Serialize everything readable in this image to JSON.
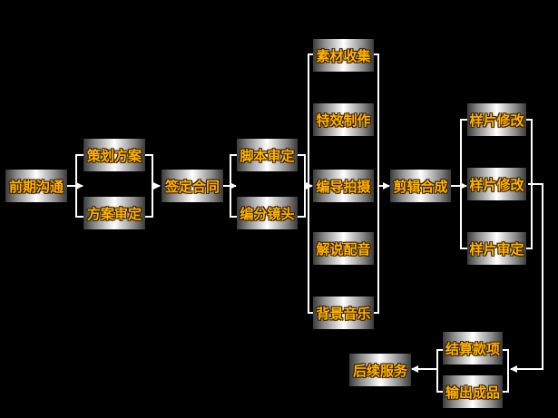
{
  "nodes": {
    "n1": "前期沟通",
    "n2": "策划方案",
    "n3": "方案审定",
    "n4": "签定合同",
    "n5": "脚本审定",
    "n6": "编分镜头",
    "n7": "素材收集",
    "n8": "特效制作",
    "n9": "编导拍摄",
    "n10": "解说配音",
    "n11": "背景音乐",
    "n12": "剪辑合成",
    "n13": "样片修改",
    "n14": "样片修改",
    "n15": "样片审定",
    "n16": "结算款项",
    "n17": "输出成品",
    "n18": "后续服务"
  },
  "colors": {
    "background": "#000000",
    "text": "#ffb400",
    "line": "#ffffff"
  }
}
